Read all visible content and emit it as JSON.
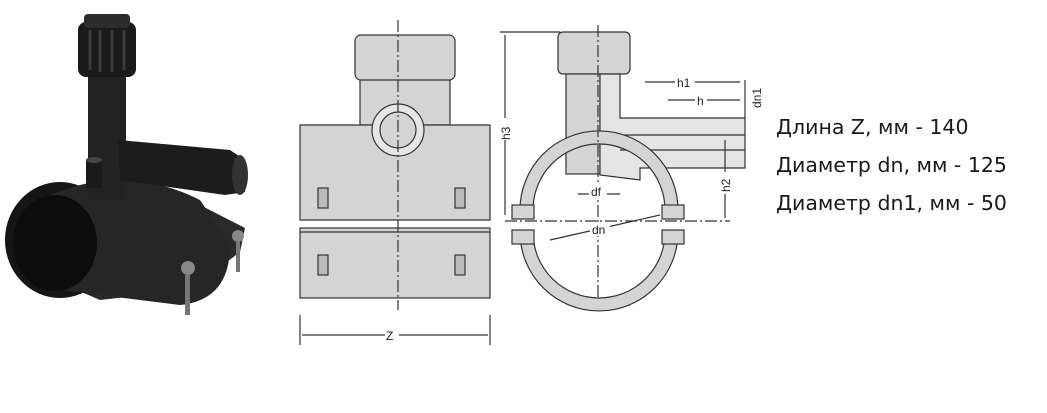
{
  "drawing_labels": {
    "z": "Z",
    "h3": "h3",
    "h1": "h1",
    "h": "h",
    "dn1": "dn1",
    "h2": "h2",
    "df": "df",
    "dn": "dn"
  },
  "specs": [
    "Длина Z, мм - 140",
    "Диаметр dn, мм - 125",
    "Диаметр dn1, мм - 50"
  ],
  "colors": {
    "fitting": "#1e1e1e",
    "drawing_fill": "#d4d4d4",
    "line": "#333333"
  }
}
